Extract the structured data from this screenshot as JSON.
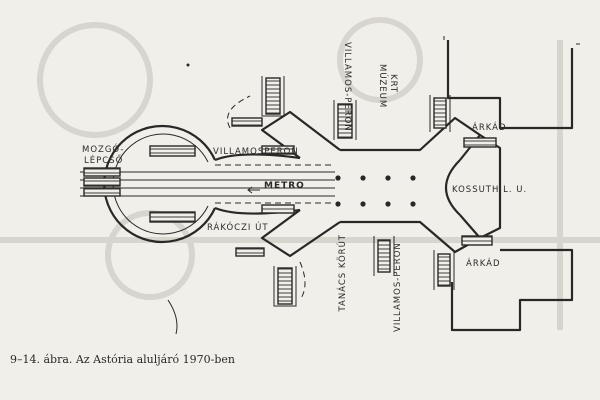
{
  "labels": {
    "mozgolepcso_1": "MOZGÓ-",
    "mozgolepcso_2": "LÉPCSŐ",
    "villamosperon": "VILLAMOSPERON",
    "metro": "METRO",
    "rakoczi": "RÁKÓCZI  ÚT",
    "villamosperon_top": "VILLAMOS-PERON",
    "muzeum": "MÚZEUM",
    "krt": "KRT",
    "arkad_top": "ÁRKÁD",
    "kossuth": "KOSSUTH L. U.",
    "arkad_bottom": "ÁRKÁD",
    "tanacs": "TANÁCS KÖRÚT",
    "villamosperon_bottom": "VILLAMOS-PERON"
  },
  "caption": {
    "text": "9–14. ábra. Az Astória aluljáró 1970-ben"
  }
}
